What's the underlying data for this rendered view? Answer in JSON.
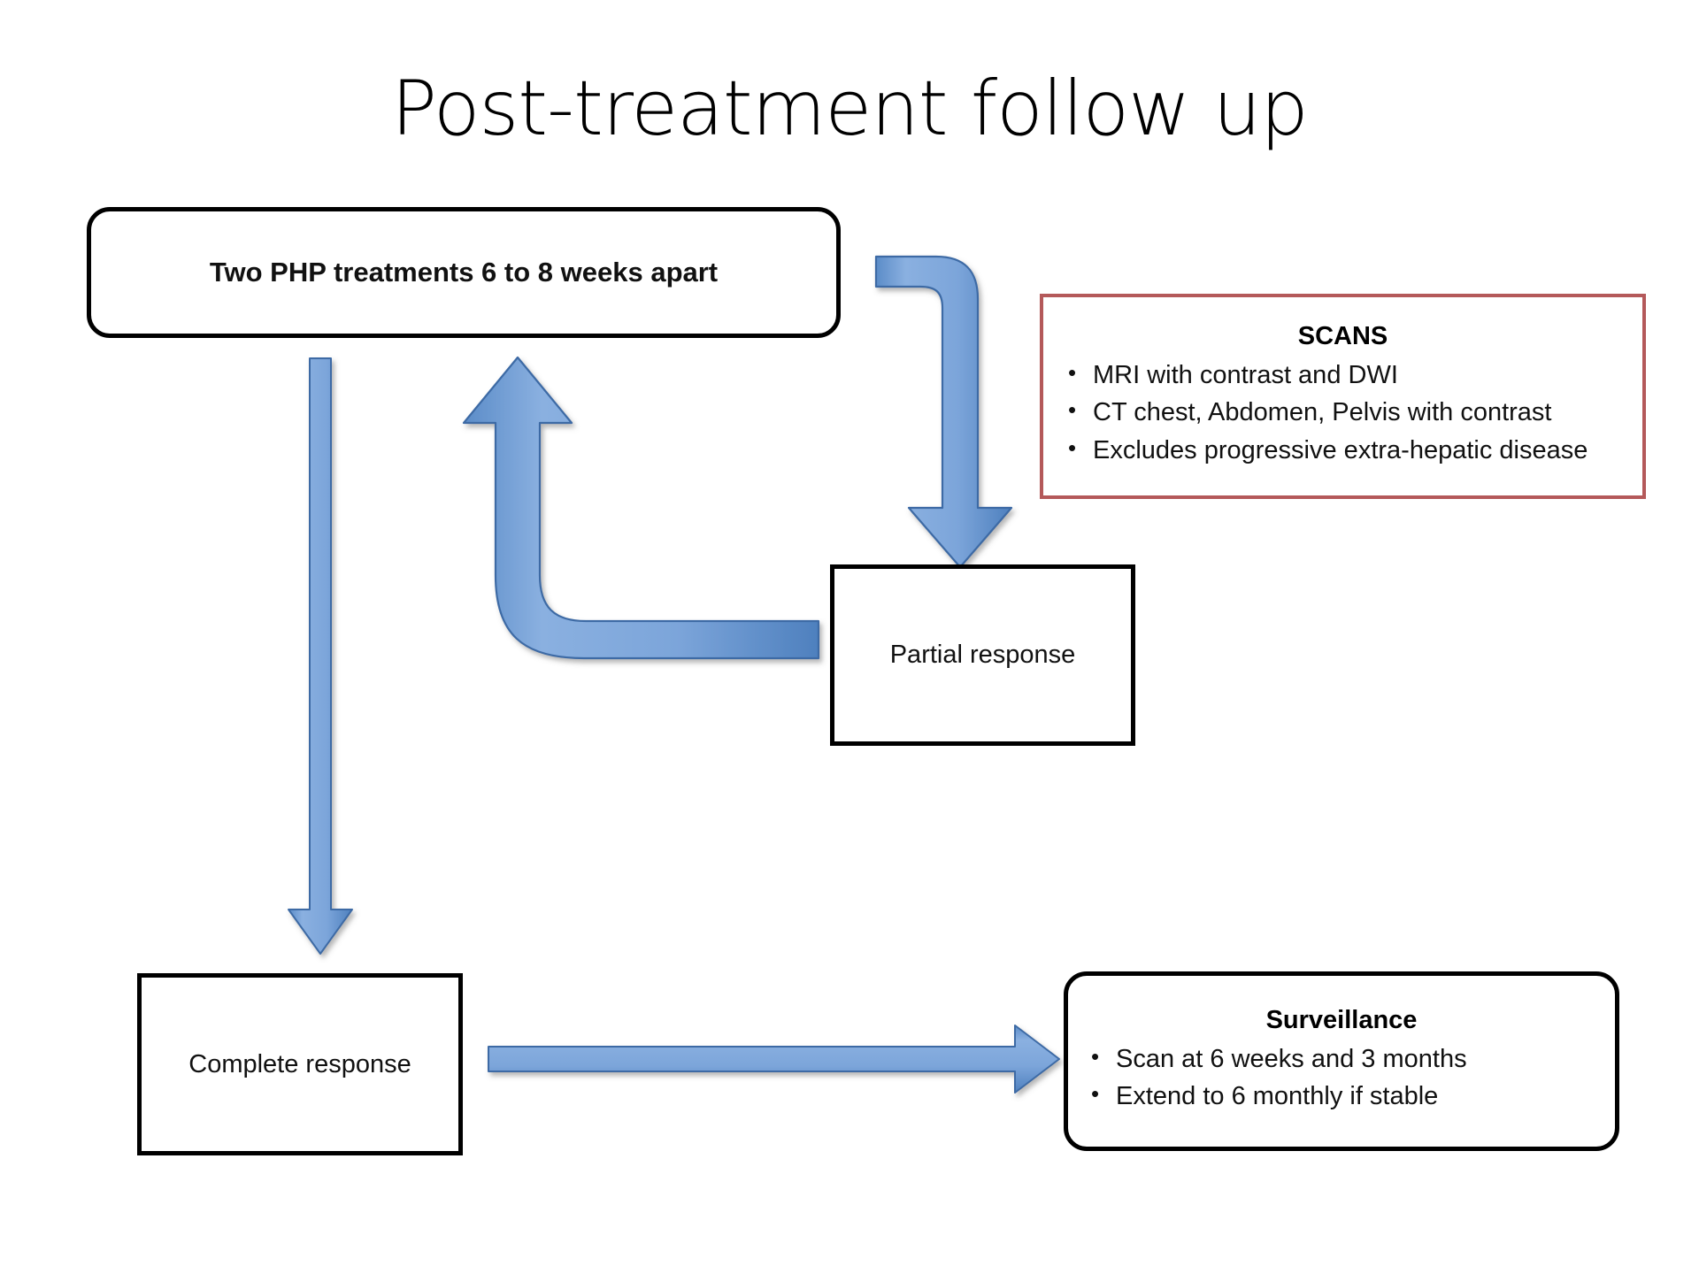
{
  "slide": {
    "title": "Post-treatment follow up",
    "background_color": "#FFFFFF"
  },
  "colors": {
    "arrow_fill_light": "#8CB3E2",
    "arrow_fill_mid": "#6E9BD6",
    "arrow_fill_dark": "#4F81BD",
    "arrow_outline": "#3C6BA5",
    "box_border_black": "#000000",
    "box_border_red": "#B4595A",
    "text": "#111111"
  },
  "nodes": {
    "php_treatments": {
      "label": "Two PHP treatments 6 to 8 weeks apart",
      "shape": "rounded-rectangle",
      "border": "black"
    },
    "scans": {
      "heading": "SCANS",
      "shape": "rectangle",
      "border": "red",
      "bullets": [
        "MRI with contrast and DWI",
        "CT chest, Abdomen, Pelvis with contrast",
        "Excludes progressive extra-hepatic disease"
      ]
    },
    "partial_response": {
      "label": "Partial response",
      "shape": "rectangle",
      "border": "black"
    },
    "complete_response": {
      "label": "Complete response",
      "shape": "rectangle",
      "border": "black"
    },
    "surveillance": {
      "heading": "Surveillance",
      "shape": "rounded-rectangle",
      "border": "black",
      "bullets": [
        "Scan at 6 weeks and 3 months",
        "Extend to 6 monthly if stable"
      ]
    }
  },
  "arrows": [
    {
      "name": "php-to-partial",
      "icon": "elbow-arrow-right-down-icon",
      "from": "php_treatments",
      "to": "partial_response",
      "direction": "right-then-down"
    },
    {
      "name": "partial-back-to-php",
      "icon": "elbow-arrow-left-up-icon",
      "from": "partial_response",
      "to": "php_treatments",
      "direction": "left-then-up"
    },
    {
      "name": "php-to-complete",
      "icon": "arrow-down-icon",
      "from": "php_treatments",
      "to": "complete_response",
      "direction": "down"
    },
    {
      "name": "complete-to-surveillance",
      "icon": "arrow-right-icon",
      "from": "complete_response",
      "to": "surveillance",
      "direction": "right"
    }
  ]
}
